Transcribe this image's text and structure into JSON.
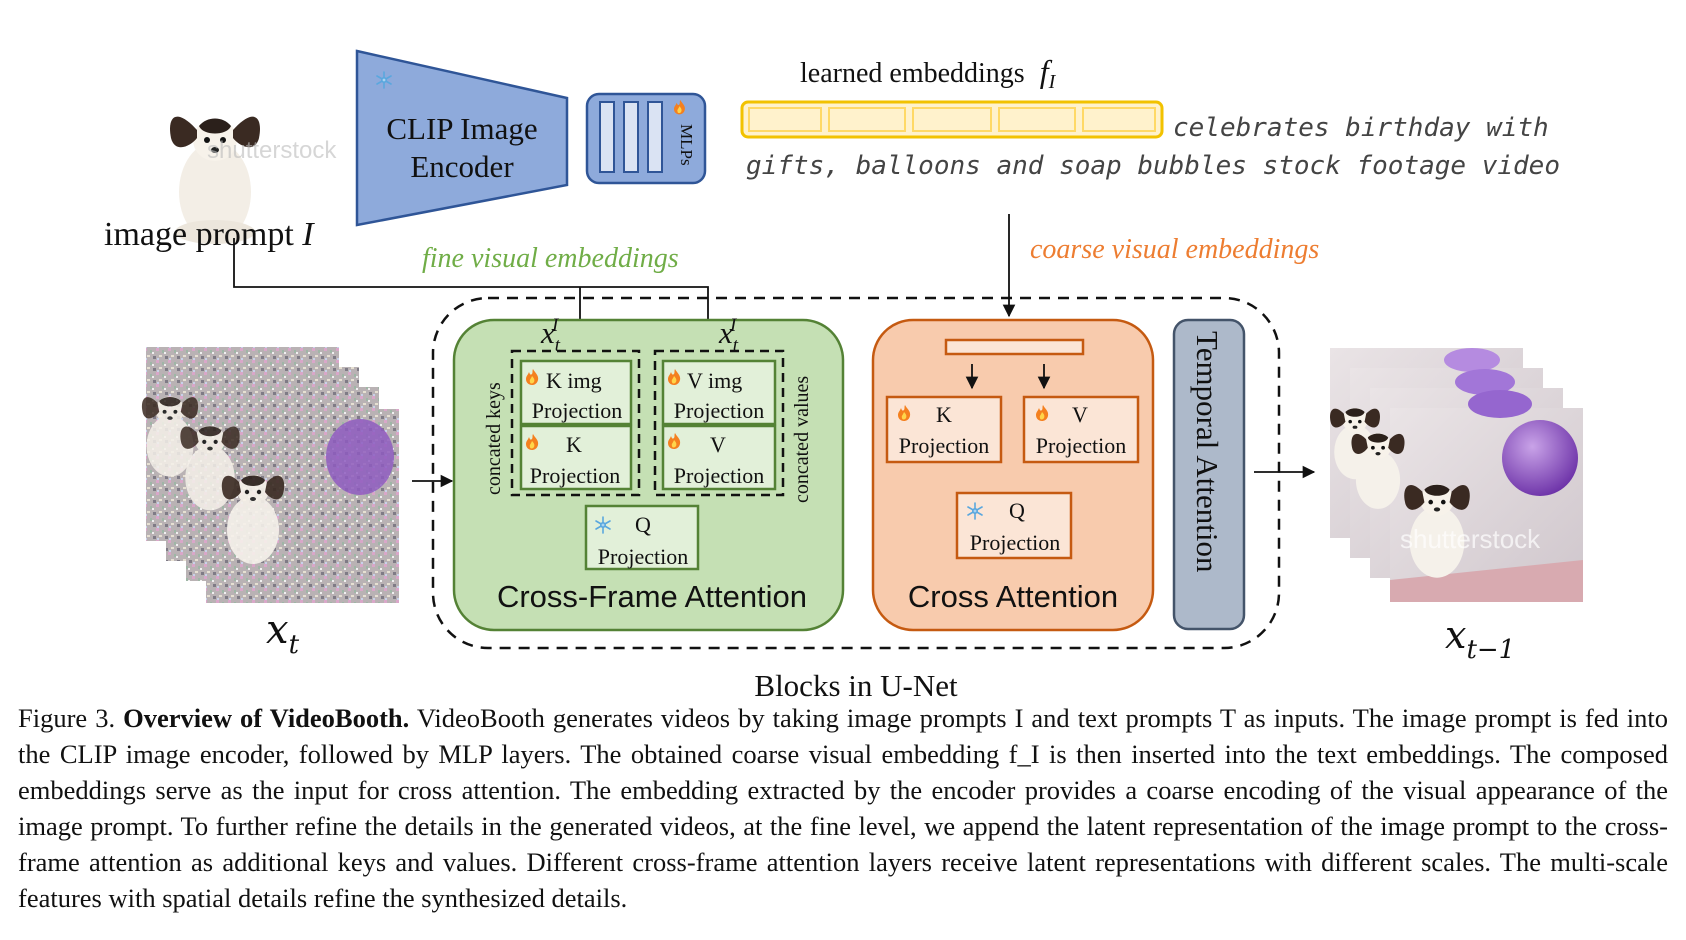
{
  "inputs": {
    "image_prompt_label": "image prompt I",
    "noisy_latent_label": "x_t",
    "output_label": "x_{t-1}",
    "watermark": "shutterstock"
  },
  "encoder": {
    "clip_label_line1": "CLIP Image",
    "clip_label_line2": "Encoder",
    "mlp_label": "MLPs"
  },
  "embeddings": {
    "learned_label": "learned embeddings",
    "learned_symbol": "f",
    "learned_subscript": "I",
    "text_prompt_line1": "celebrates birthday with",
    "text_prompt_line2": "gifts, balloons and soap bubbles stock footage video",
    "fine_label": "fine visual embeddings",
    "coarse_label": "coarse visual embeddings",
    "latent_symbol": "x",
    "latent_sub": "t",
    "latent_sup": "I"
  },
  "cross_frame": {
    "title": "Cross-Frame Attention",
    "concat_keys": "concated keys",
    "concat_values": "concated values",
    "k_img": "K img",
    "v_img": "V img",
    "k": "K",
    "v": "V",
    "q": "Q",
    "projection": "Projection"
  },
  "cross_attention": {
    "title": "Cross Attention",
    "k": "K",
    "v": "V",
    "q": "Q",
    "projection": "Projection"
  },
  "temporal": {
    "title": "Temporal Attention"
  },
  "unet": {
    "label": "Blocks in U-Net"
  },
  "caption": {
    "figure_num": "Figure 3.",
    "bold_title": "Overview of VideoBooth.",
    "text": "VideoBooth generates videos by taking image prompts I and text prompts T as inputs. The image prompt is fed into the CLIP image encoder, followed by MLP layers. The obtained coarse visual embedding f_I is then inserted into the text embeddings. The composed embeddings serve as the input for cross attention. The embedding extracted by the encoder provides a coarse encoding of the visual appearance of the image prompt. To further refine the details in the generated videos, at the fine level, we append the latent representation of the image prompt to the cross-frame attention as additional keys and values. Different cross-frame attention layers receive latent representations with different scales. The multi-scale features with spatial details refine the synthesized details."
  },
  "colors": {
    "clip_fill": "#8eaadb",
    "clip_stroke": "#2f5597",
    "embed_fill": "#fff2cc",
    "embed_stroke": "#f2c200",
    "green_fill": "#c5e0b4",
    "green_stroke": "#548235",
    "green_text": "#70ad47",
    "orange_fill": "#f8cbad",
    "orange_stroke": "#c55a11",
    "orange_text": "#ed7d31",
    "temporal_fill": "#adb9ca",
    "temporal_stroke": "#44546a"
  },
  "icons": [
    "flame-icon",
    "snowflake-icon"
  ]
}
